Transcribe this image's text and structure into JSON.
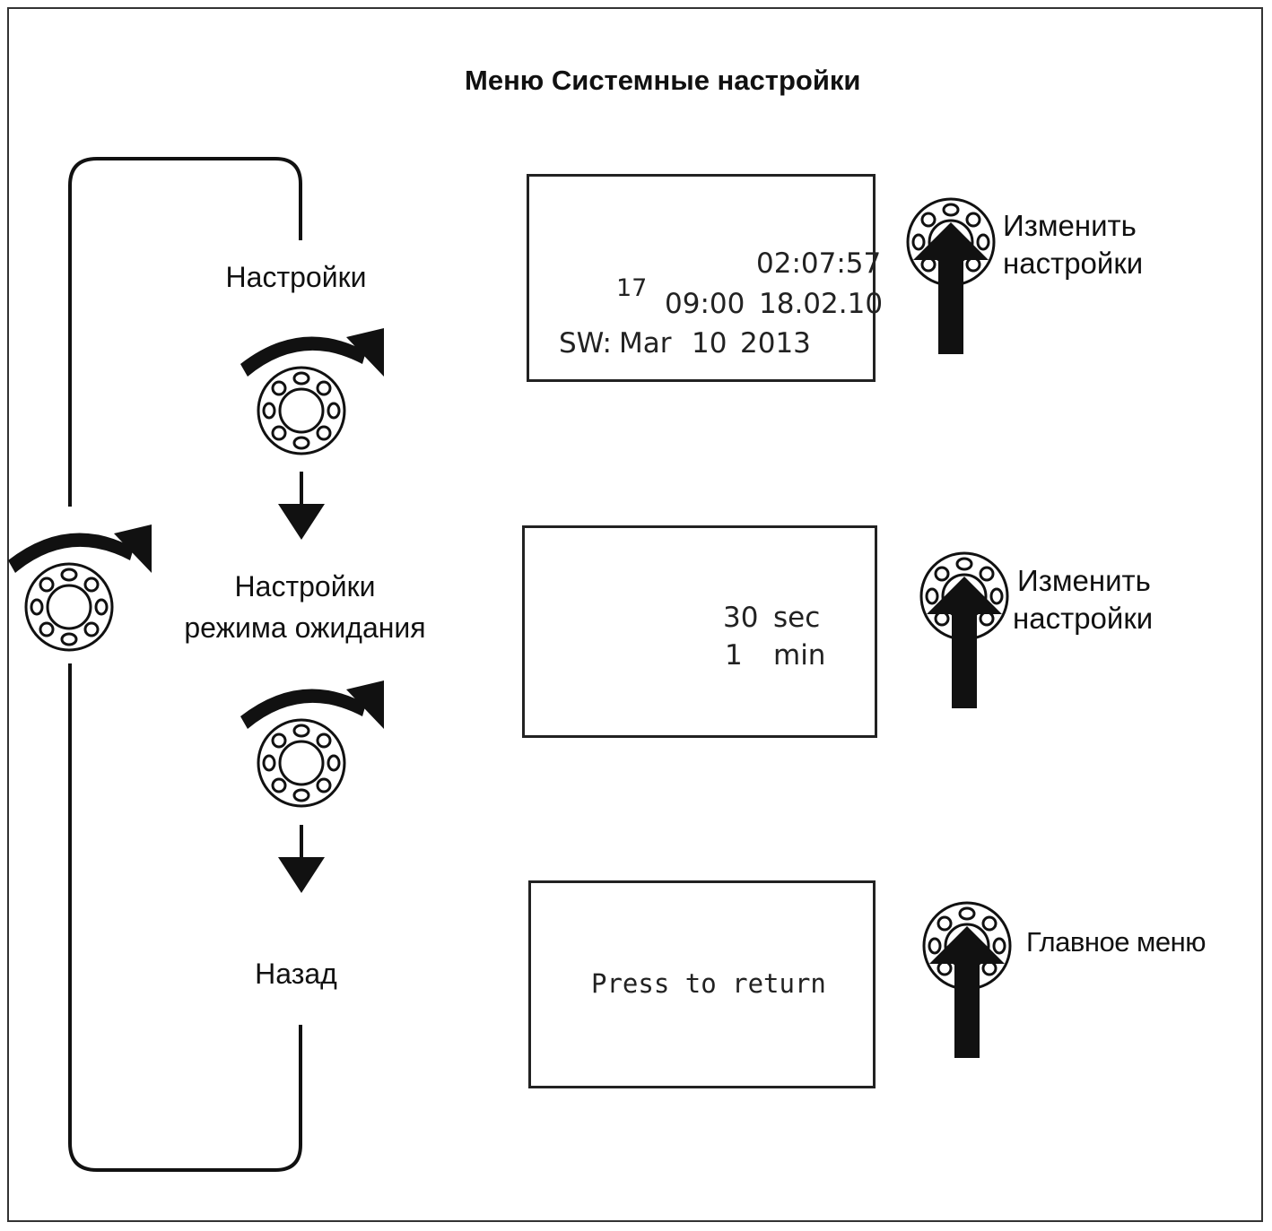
{
  "title": "Меню Системные настройки",
  "steps": {
    "settings": "Настройки",
    "standby_line1": "Настройки",
    "standby_line2": "режима ожидания",
    "back": "Назад"
  },
  "screen1": {
    "time": "02:07:57",
    "alarm_time": "09:00",
    "date": "18.02.10",
    "calendar_day": "17",
    "sw_label": "SW:",
    "sw_month": "Mar",
    "sw_day": "10",
    "sw_year": "2013"
  },
  "screen2": {
    "home_value": "30",
    "home_unit": "sec",
    "power_value": "1",
    "power_unit": "min"
  },
  "screen3": {
    "message": "Press to return"
  },
  "actions": {
    "change1_line1": "Изменить",
    "change1_line2": "настройки",
    "change2_line1": "Изменить",
    "change2_line2": "настройки",
    "main_menu": "Главное меню"
  }
}
